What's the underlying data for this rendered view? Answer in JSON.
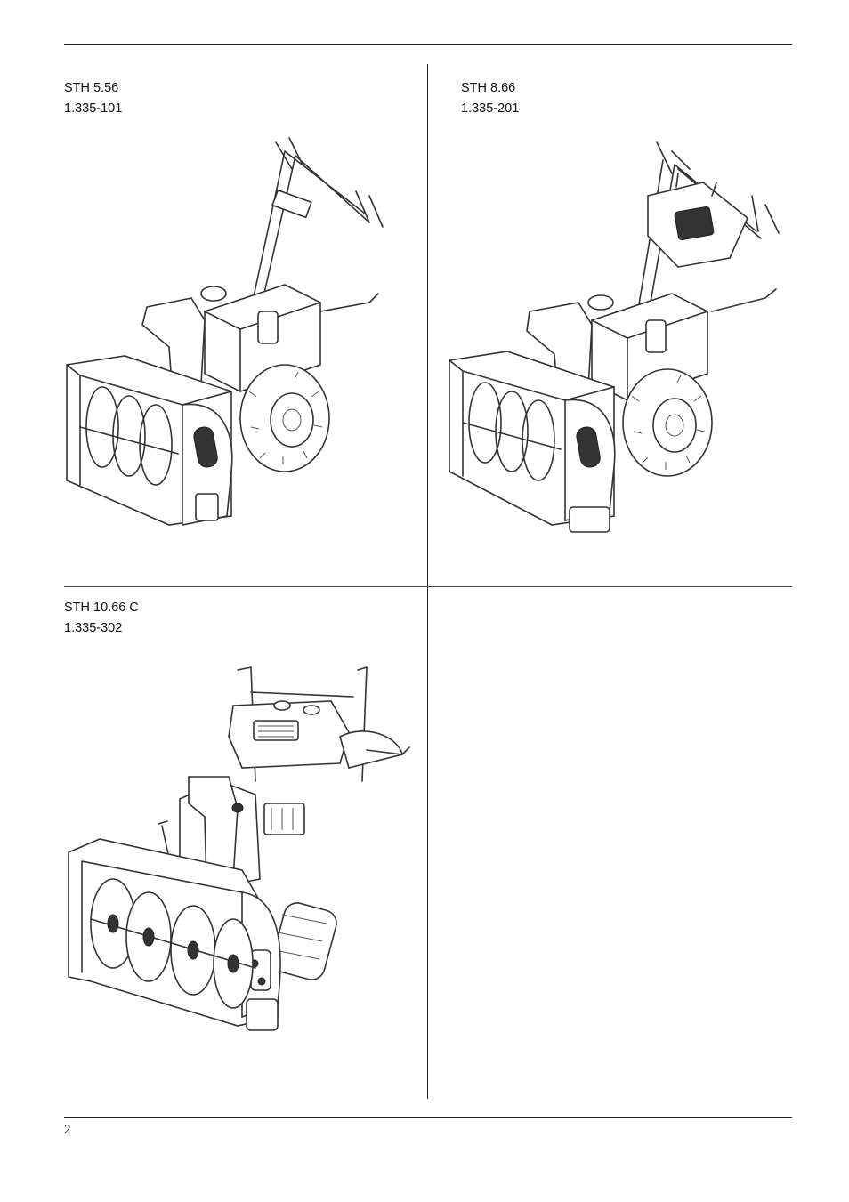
{
  "models": [
    {
      "name": "STH 5.56",
      "code": "1.335-101"
    },
    {
      "name": "STH 8.66",
      "code": "1.335-201"
    },
    {
      "name": "STH 10.66 C",
      "code": "1.335-302"
    }
  ],
  "footer": {
    "page_number": "2"
  }
}
